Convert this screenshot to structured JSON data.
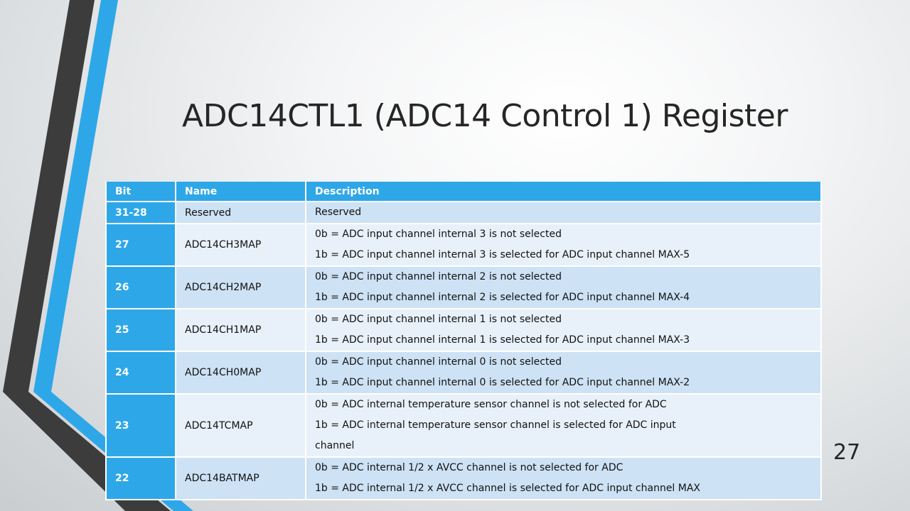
{
  "slide": {
    "title": "ADC14CTL1 (ADC14 Control 1) Register",
    "page_number": "27",
    "colors": {
      "accent_blue": "#2ea7e8",
      "dark_stripe": "#3c3c3c",
      "row_dark": "#cde2f4",
      "row_light": "#e8f1f9"
    }
  },
  "table": {
    "headers": {
      "bit": "Bit",
      "name": "Name",
      "description": "Description"
    },
    "rows": [
      {
        "bit": "31-28",
        "name": "Reserved",
        "description": [
          "Reserved"
        ]
      },
      {
        "bit": "27",
        "name": "ADC14CH3MAP",
        "description": [
          "0b = ADC input channel internal 3 is not selected",
          "1b = ADC input channel internal 3 is selected for ADC input channel MAX-5"
        ]
      },
      {
        "bit": "26",
        "name": "ADC14CH2MAP",
        "description": [
          "0b = ADC input channel internal 2 is not selected",
          "1b = ADC input channel internal 2 is selected for ADC input channel MAX-4"
        ]
      },
      {
        "bit": "25",
        "name": "ADC14CH1MAP",
        "description": [
          "0b = ADC input channel internal 1 is not selected",
          "1b = ADC input channel internal 1 is selected for ADC input channel MAX-3"
        ]
      },
      {
        "bit": "24",
        "name": "ADC14CH0MAP",
        "description": [
          "0b = ADC input channel internal 0 is not selected",
          "1b = ADC input channel internal 0 is selected for ADC input channel MAX-2"
        ]
      },
      {
        "bit": "23",
        "name": "ADC14TCMAP",
        "description": [
          "0b = ADC internal temperature sensor channel is not selected for ADC",
          "1b = ADC internal temperature sensor channel is selected for ADC input",
          "channel"
        ]
      },
      {
        "bit": "22",
        "name": "ADC14BATMAP",
        "description": [
          "0b = ADC internal 1/2 x AVCC channel is not selected for ADC",
          "1b = ADC internal 1/2 x AVCC channel is selected for ADC input channel MAX"
        ]
      }
    ]
  }
}
